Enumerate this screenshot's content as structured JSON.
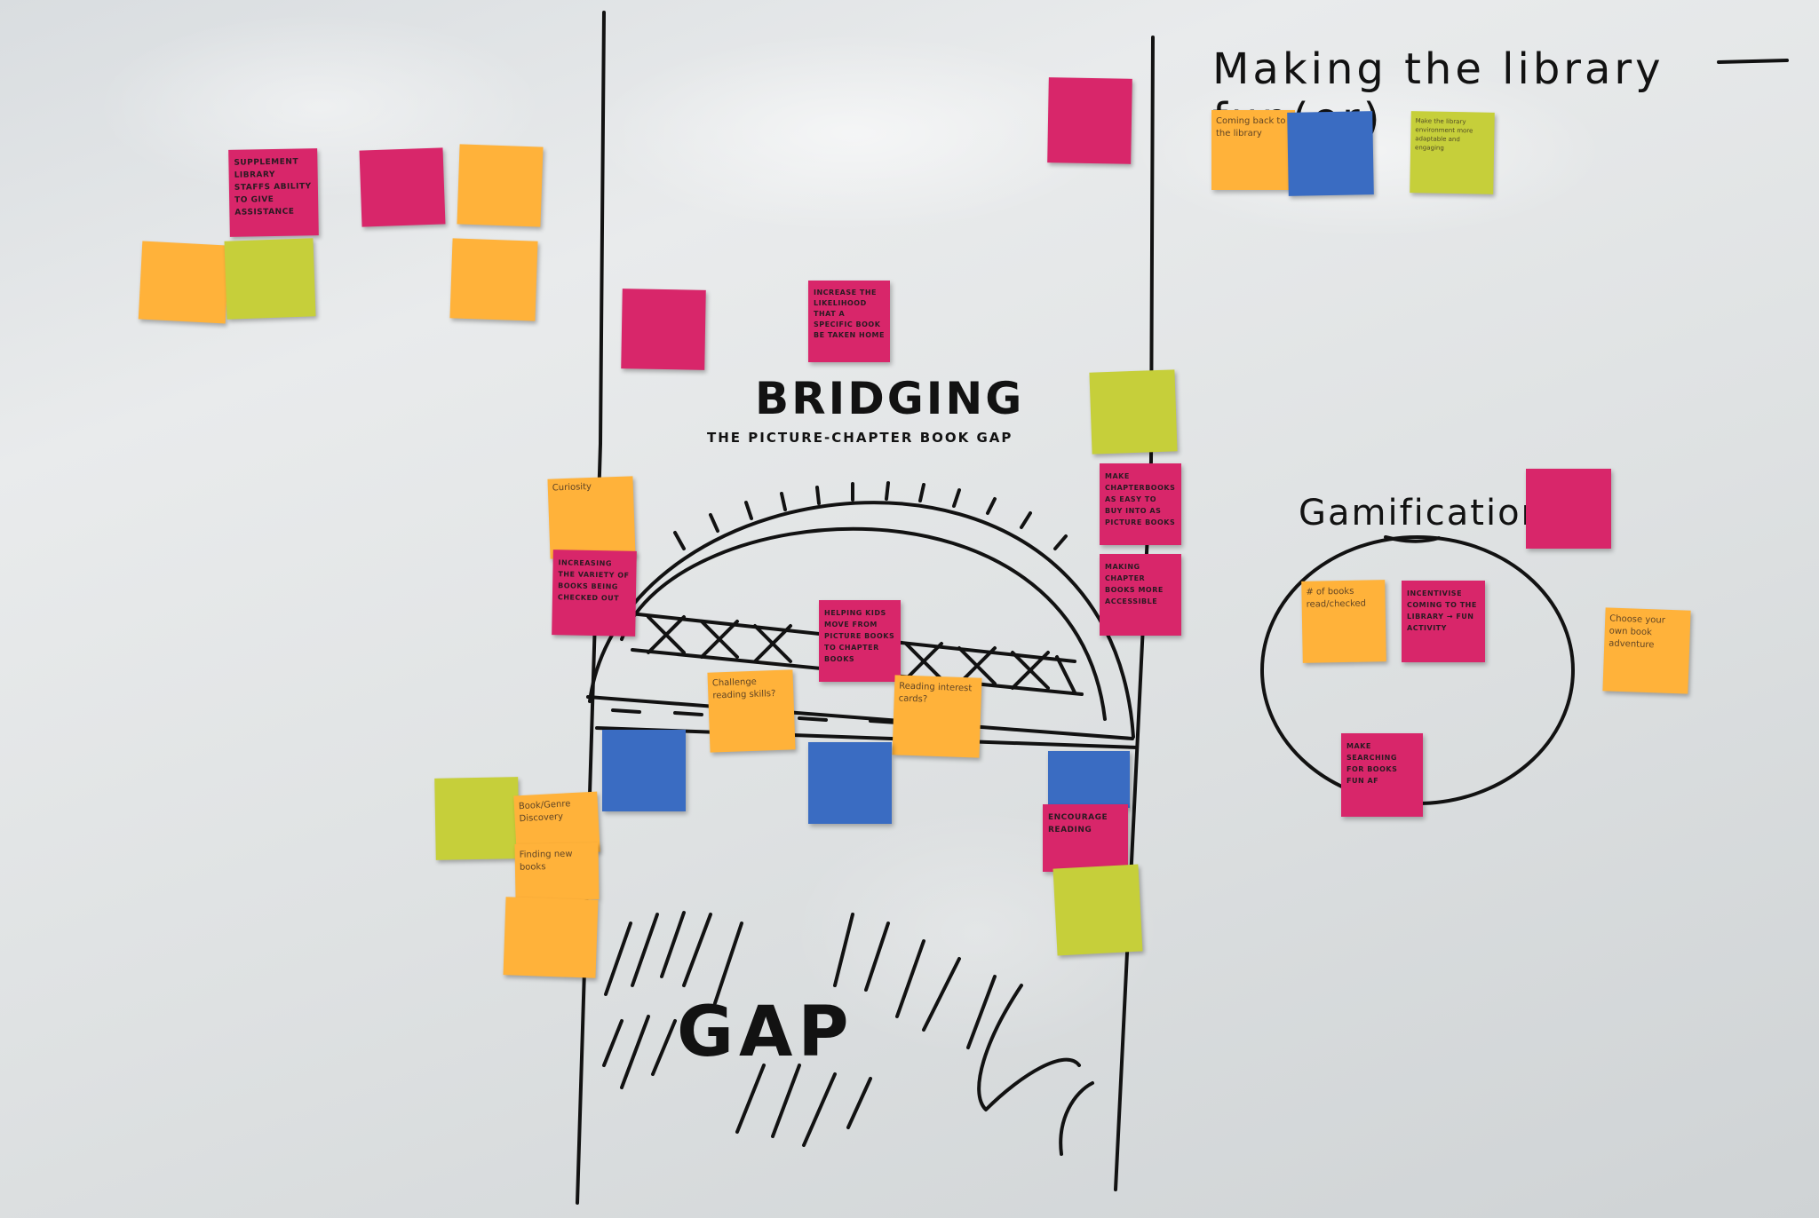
{
  "board": {
    "title_right": "Making the library fun(er)",
    "center_title": "BRIDGING",
    "center_subtitle": "THE PICTURE-CHAPTER BOOK GAP",
    "cluster_label": "Gamification",
    "gap_label": "GAP"
  },
  "colors": {
    "pink": "#d8266a",
    "orange": "#ffb23a",
    "lime": "#c6cf3a",
    "blue": "#3a6cc2",
    "ink": "#121212"
  },
  "notes": {
    "supplement": "SUPPLEMENT LIBRARY STAFFS ABILITY TO GIVE ASSISTANCE",
    "increase_likelihood": "INCREASE THE LIKELIHOOD THAT A SPECIFIC BOOK BE TAKEN HOME",
    "make_chapter": "MAKE CHAPTERBOOKS AS EASY TO BUY INTO AS PICTURE BOOKS",
    "making_accessible": "MAKING CHAPTER BOOKS MORE ACCESSIBLE",
    "increasing_variety": "INCREASING THE VARIETY OF BOOKS BEING CHECKED OUT",
    "helping_kids": "HELPING KIDS MOVE FROM PICTURE BOOKS TO CHAPTER BOOKS",
    "encourage_reading": "ENCOURAGE READING",
    "incentivise": "INCENTIVISE COMING TO THE LIBRARY → FUN ACTIVITY",
    "make_searching": "MAKE SEARCHING FOR BOOKS FUN AF",
    "books_read": "# of books read/checked",
    "book_discovery": "Book/Genre Discovery",
    "finding_new": "Finding new books",
    "challenge": "Challenge reading skills?",
    "reading_interest": "Reading interest cards?",
    "choose_adventure": "Choose your own book adventure",
    "coming_back": "Coming back to the library",
    "make_environment": "Make the library environment more adaptable and engaging",
    "curiosity": "Curiosity"
  }
}
